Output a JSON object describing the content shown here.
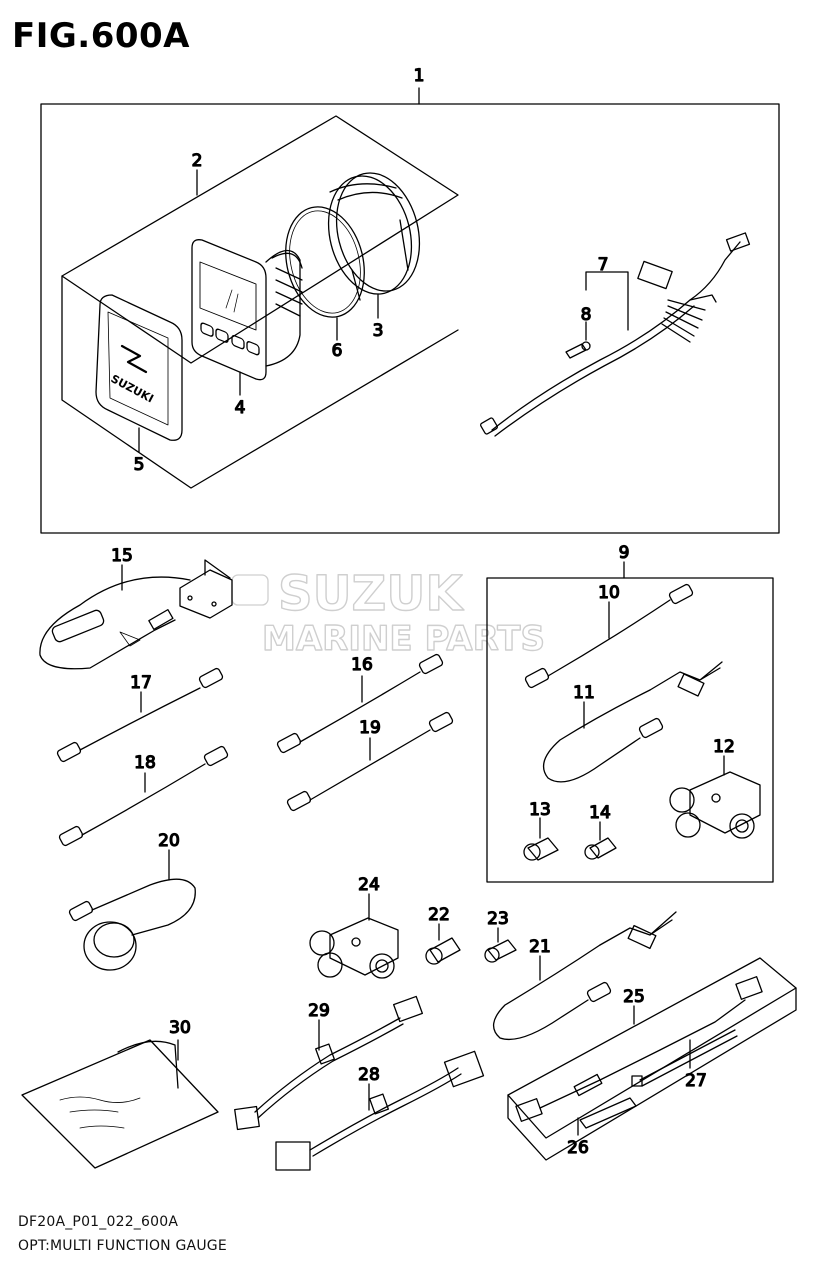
{
  "figure": {
    "title": "FIG.600A",
    "code": "DF20A_P01_022_600A",
    "name": "OPT:MULTI FUNCTION GAUGE"
  },
  "watermark": {
    "line1": "SUZUK",
    "line2": "MARINE PARTS"
  },
  "gauge_logo_text": "SUZUKI",
  "callouts": {
    "c1": "1",
    "c2": "2",
    "c3": "3",
    "c4": "4",
    "c5": "5",
    "c6": "6",
    "c7": "7",
    "c8": "8",
    "c9": "9",
    "c10": "10",
    "c11": "11",
    "c12": "12",
    "c13": "13",
    "c14": "14",
    "c15": "15",
    "c16": "16",
    "c17": "17",
    "c18": "18",
    "c19": "19",
    "c20": "20",
    "c21": "21",
    "c22": "22",
    "c23": "23",
    "c24": "24",
    "c25": "25",
    "c26": "26",
    "c27": "27",
    "c28": "28",
    "c29": "29",
    "c30": "30"
  },
  "colors": {
    "line": "#000000",
    "watermark": "#cfcfcf",
    "background": "#ffffff"
  }
}
